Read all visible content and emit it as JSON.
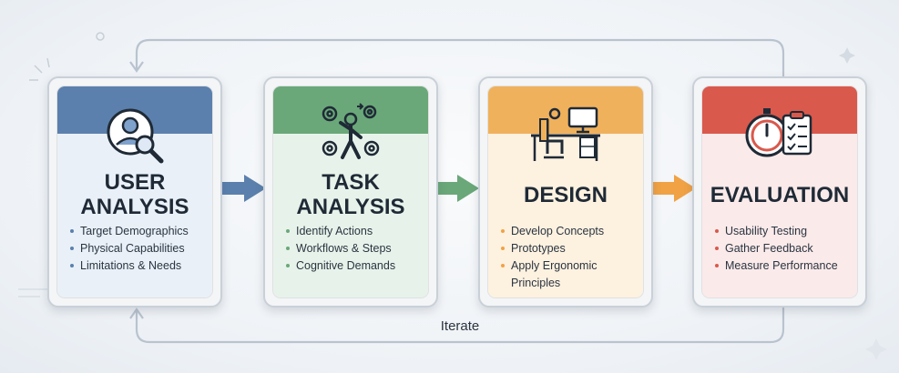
{
  "colors": {
    "user_analysis": "#5b80ad",
    "task_analysis": "#6aa879",
    "design": "#f0b15c",
    "evaluation": "#d9594c",
    "loop": "#b9c3cf"
  },
  "stages": [
    {
      "title_lines": [
        "USER",
        "ANALYSIS"
      ],
      "icon": "user-search-icon",
      "bullets": [
        "Target Demographics",
        "Physical Capabilities",
        "Limitations & Needs"
      ]
    },
    {
      "title_lines": [
        "TASK",
        "ANALYSIS"
      ],
      "icon": "gears-person-icon",
      "bullets": [
        "Identify Actions",
        "Workflows & Steps",
        "Cognitive Demands"
      ]
    },
    {
      "title_lines": [
        "DESIGN"
      ],
      "icon": "workstation-icon",
      "bullets": [
        "Develop Concepts",
        "Prototypes",
        "Apply Ergonomic Principles"
      ]
    },
    {
      "title_lines": [
        "EVALUATION"
      ],
      "icon": "stopwatch-checklist-icon",
      "bullets": [
        "Usability Testing",
        "Gather Feedback",
        "Measure Performance"
      ]
    }
  ],
  "loop_label": "Iterate"
}
